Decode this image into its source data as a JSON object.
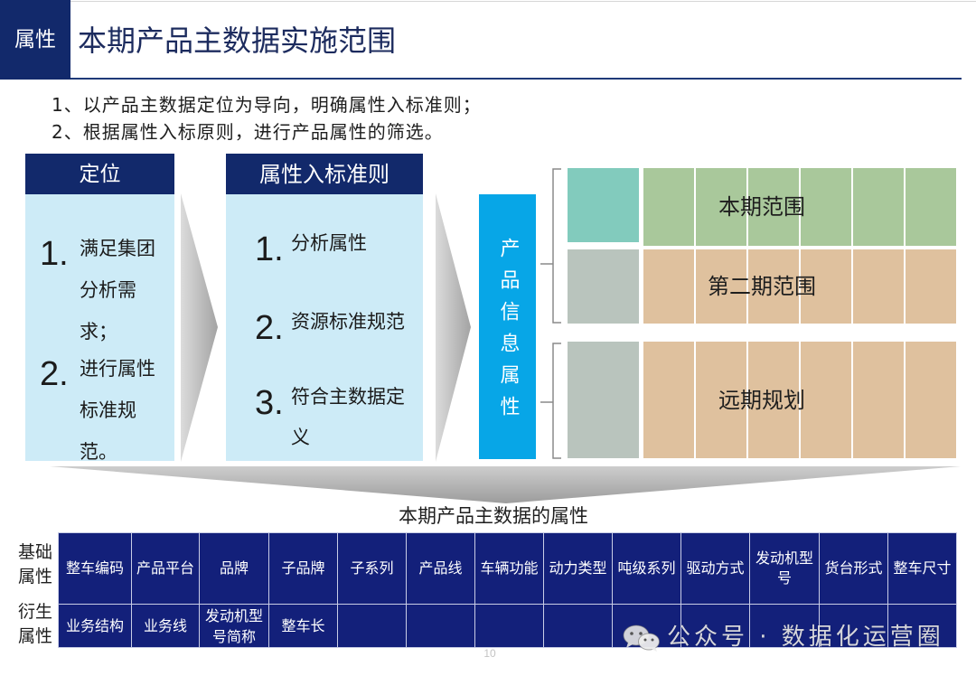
{
  "slide": {
    "tag": "属性",
    "title": "本期产品主数据实施范围",
    "page_number": "10"
  },
  "intro": [
    "1、以产品主数据定位为导向，明确属性入标准则；",
    "2、根据属性入标原则，进行产品属性的筛选。"
  ],
  "positioning": {
    "title": "定位",
    "items": [
      {
        "num": "1.",
        "lines": [
          "满足集团",
          "分析需",
          "求；"
        ]
      },
      {
        "num": "2.",
        "lines": [
          "进行属性",
          "标准规",
          "范。"
        ]
      }
    ]
  },
  "criteria": {
    "title": "属性入标准则",
    "items": [
      {
        "num": "1.",
        "lines": [
          "分析属性"
        ]
      },
      {
        "num": "2.",
        "lines": [
          "资源标准规范"
        ]
      },
      {
        "num": "3.",
        "lines": [
          "符合主数据定",
          "义"
        ]
      }
    ]
  },
  "product_info": {
    "label": "产品信息属性"
  },
  "scope": {
    "phases": [
      "本期范围",
      "第二期范围",
      "远期规划"
    ]
  },
  "attributes": {
    "title": "本期产品主数据的属性",
    "row_labels": [
      "基础属性",
      "衍生属性"
    ],
    "rows": [
      [
        "整车编码",
        "产品平台",
        "品牌",
        "子品牌",
        "子系列",
        "产品线",
        "车辆功能",
        "动力类型",
        "吨级系列",
        "驱动方式",
        "发动机型号",
        "货台形式",
        "整车尺寸"
      ],
      [
        "业务结构",
        "业务线",
        "发动机型号简称",
        "整车长",
        "",
        "",
        "",
        "",
        "",
        "",
        "",
        "",
        ""
      ]
    ]
  },
  "watermark": {
    "icon": "wechat-icon",
    "text": "公众号 · 数据化运营圈"
  },
  "colors": {
    "navy": "#12296b",
    "table_navy": "#13207a",
    "light_blue": "#cdebf7",
    "bright_blue": "#07a6e7",
    "teal": "#82cbbd",
    "green": "#a9c89b",
    "tan": "#dfc19e",
    "gray_green": "#b9c4bd"
  }
}
